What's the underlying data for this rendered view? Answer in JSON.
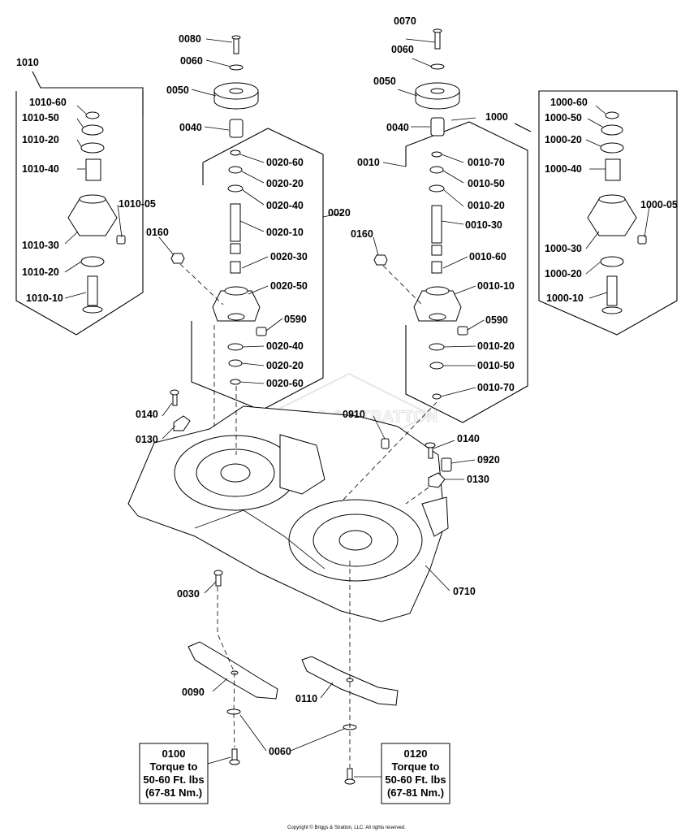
{
  "watermark": "BRIGGS & STRATTON",
  "copyright": "Copyright © Briggs & Stratton, LLC. All rights reserved.",
  "labels": {
    "l0080": "0080",
    "l0070": "0070",
    "l0060a": "0060",
    "l0060b": "0060",
    "l0060c": "0060",
    "l0050a": "0050",
    "l0050b": "0050",
    "l0040a": "0040",
    "l0040b": "0040",
    "l1010": "1010",
    "l1010_60": "1010-60",
    "l1010_50": "1010-50",
    "l1010_20a": "1010-20",
    "l1010_40": "1010-40",
    "l1010_05": "1010-05",
    "l1010_30": "1010-30",
    "l1010_20b": "1010-20",
    "l1010_10": "1010-10",
    "l1000": "1000",
    "l1000_60": "1000-60",
    "l1000_50": "1000-50",
    "l1000_20a": "1000-20",
    "l1000_40": "1000-40",
    "l1000_05": "1000-05",
    "l1000_30": "1000-30",
    "l1000_20b": "1000-20",
    "l1000_10": "1000-10",
    "l0020": "0020",
    "l0020_60a": "0020-60",
    "l0020_20a": "0020-20",
    "l0020_40a": "0020-40",
    "l0020_10": "0020-10",
    "l0020_30": "0020-30",
    "l0020_50": "0020-50",
    "l0020_40b": "0020-40",
    "l0020_20b": "0020-20",
    "l0020_60b": "0020-60",
    "l0010": "0010",
    "l0010_70a": "0010-70",
    "l0010_50a": "0010-50",
    "l0010_20a": "0010-20",
    "l0010_30": "0010-30",
    "l0010_60": "0010-60",
    "l0010_10": "0010-10",
    "l0010_20b": "0010-20",
    "l0010_50b": "0010-50",
    "l0010_70b": "0010-70",
    "l0160a": "0160",
    "l0160b": "0160",
    "l0590a": "0590",
    "l0590b": "0590",
    "l0140a": "0140",
    "l0140b": "0140",
    "l0130a": "0130",
    "l0130b": "0130",
    "l0910": "0910",
    "l0920": "0920",
    "l0710": "0710",
    "l0030": "0030",
    "l0090": "0090",
    "l0110": "0110"
  },
  "torque_boxes": {
    "left": {
      "part": "0100",
      "line1": "Torque to",
      "line2": "50-60 Ft. lbs",
      "line3": "(67-81 Nm.)"
    },
    "right": {
      "part": "0120",
      "line1": "Torque to",
      "line2": "50-60 Ft. lbs",
      "line3": "(67-81 Nm.)"
    }
  }
}
